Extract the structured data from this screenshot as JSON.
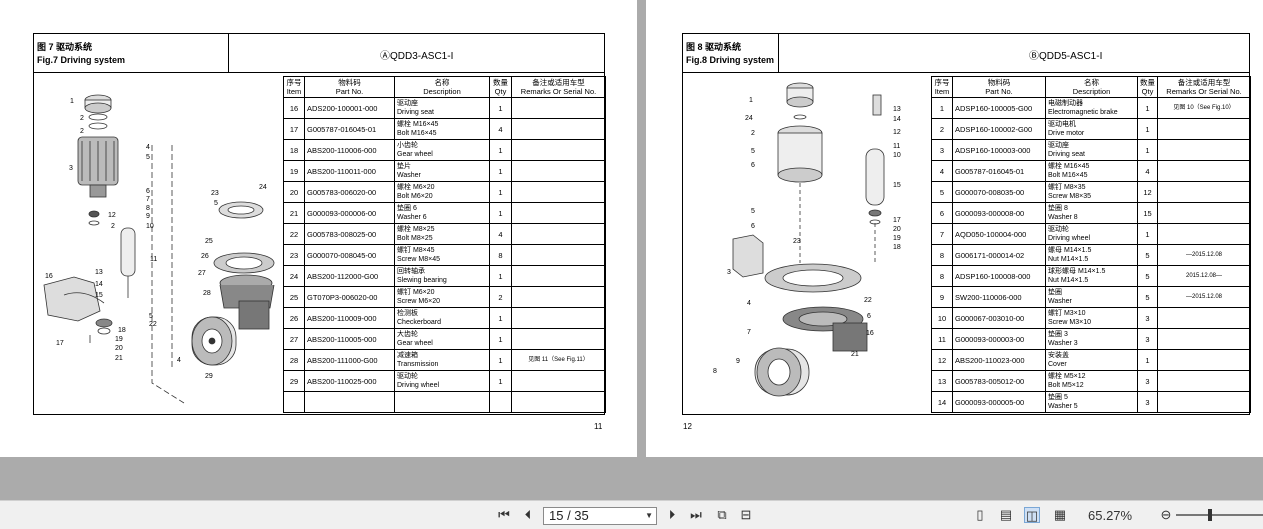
{
  "left_page": {
    "fig_cn": "图 7 驱动系统",
    "fig_en": "Fig.7 Driving system",
    "model": "ⒶQDD3-ASC1-I",
    "headers": {
      "item_cn": "序号",
      "item_en": "Item",
      "part_cn": "物料码",
      "part_en": "Part No.",
      "name_cn": "名称",
      "name_en": "Description",
      "qty_cn": "数量",
      "qty_en": "Qty",
      "rem_cn": "备注或适用车型",
      "rem_en": "Remarks Or Serial No."
    },
    "rows": [
      {
        "item": "16",
        "part": "ADS200-100001-000",
        "cn": "驱动座",
        "en": "Driving seat",
        "qty": "1",
        "rem": ""
      },
      {
        "item": "17",
        "part": "G005787-016045-01",
        "cn": "螺栓 M16×45",
        "en": "Bolt M16×45",
        "qty": "4",
        "rem": ""
      },
      {
        "item": "18",
        "part": "ABS200-110006-000",
        "cn": "小齿轮",
        "en": "Gear wheel",
        "qty": "1",
        "rem": ""
      },
      {
        "item": "19",
        "part": "ABS200-110011-000",
        "cn": "垫片",
        "en": "Washer",
        "qty": "1",
        "rem": ""
      },
      {
        "item": "20",
        "part": "G005783-006020-00",
        "cn": "螺栓 M6×20",
        "en": "Bolt M6×20",
        "qty": "1",
        "rem": ""
      },
      {
        "item": "21",
        "part": "G000093-000006-00",
        "cn": "垫圈 6",
        "en": "Washer 6",
        "qty": "1",
        "rem": ""
      },
      {
        "item": "22",
        "part": "G005783-008025-00",
        "cn": "螺栓 M8×25",
        "en": "Bolt M8×25",
        "qty": "4",
        "rem": ""
      },
      {
        "item": "23",
        "part": "G000070-008045-00",
        "cn": "螺钉 M8×45",
        "en": "Screw M8×45",
        "qty": "8",
        "rem": ""
      },
      {
        "item": "24",
        "part": "ABS200-112000-G00",
        "cn": "回转轴承",
        "en": "Slewing bearing",
        "qty": "1",
        "rem": ""
      },
      {
        "item": "25",
        "part": "GT070P3-006020-00",
        "cn": "螺钉 M6×20",
        "en": "Screw M6×20",
        "qty": "2",
        "rem": ""
      },
      {
        "item": "26",
        "part": "ABS200-110009-000",
        "cn": "检测板",
        "en": "Checkerboard",
        "qty": "1",
        "rem": ""
      },
      {
        "item": "27",
        "part": "ABS200-110005-000",
        "cn": "大齿轮",
        "en": "Gear wheel",
        "qty": "1",
        "rem": ""
      },
      {
        "item": "28",
        "part": "ABS200-111000-G00",
        "cn": "减速箱",
        "en": "Transmission",
        "qty": "1",
        "rem": "见图 11（See Fig.11）"
      },
      {
        "item": "29",
        "part": "ABS200-110025-000",
        "cn": "驱动轮",
        "en": "Driving wheel",
        "qty": "1",
        "rem": ""
      }
    ],
    "page_number": "11",
    "callouts": [
      "1",
      "2",
      "2",
      "3",
      "4",
      "5",
      "6",
      "7",
      "8",
      "9",
      "10",
      "11",
      "12",
      "2",
      "13",
      "14",
      "15",
      "16",
      "17",
      "18",
      "19",
      "20",
      "21",
      "22",
      "23",
      "5",
      "24",
      "25",
      "26",
      "27",
      "28",
      "29",
      "4",
      "5"
    ]
  },
  "right_page": {
    "fig_cn": "图 8 驱动系统",
    "fig_en": "Fig.8 Driving system",
    "model": "ⒷQDD5-ASC1-I",
    "headers": {
      "item_cn": "序号",
      "item_en": "Item",
      "part_cn": "物料码",
      "part_en": "Part No.",
      "name_cn": "名称",
      "name_en": "Description",
      "qty_cn": "数量",
      "qty_en": "Qty",
      "rem_cn": "备注或适用车型",
      "rem_en": "Remarks Or Serial No."
    },
    "rows": [
      {
        "item": "1",
        "part": "ADSP160-100005-G00",
        "cn": "电磁制动器",
        "en": "Electromagnetic brake",
        "qty": "1",
        "rem": "见图 10（See Fig.10）"
      },
      {
        "item": "2",
        "part": "ADSP160-100002-G00",
        "cn": "驱动电机",
        "en": "Drive motor",
        "qty": "1",
        "rem": ""
      },
      {
        "item": "3",
        "part": "ADSP160-100003-000",
        "cn": "驱动座",
        "en": "Driving seat",
        "qty": "1",
        "rem": ""
      },
      {
        "item": "4",
        "part": "G005787-016045-01",
        "cn": "螺栓 M16×45",
        "en": "Bolt M16×45",
        "qty": "4",
        "rem": ""
      },
      {
        "item": "5",
        "part": "G000070-008035-00",
        "cn": "螺钉 M8×35",
        "en": "Screw M8×35",
        "qty": "12",
        "rem": ""
      },
      {
        "item": "6",
        "part": "G000093-000008-00",
        "cn": "垫圈 8",
        "en": "Washer 8",
        "qty": "15",
        "rem": ""
      },
      {
        "item": "7",
        "part": "AQD050-100004-000",
        "cn": "驱动轮",
        "en": "Driving wheel",
        "qty": "1",
        "rem": ""
      },
      {
        "item": "8",
        "part": "G006171-000014-02",
        "cn": "螺母 M14×1.5",
        "en": "Nut M14×1.5",
        "qty": "5",
        "rem": "—2015.12.08"
      },
      {
        "item": "8",
        "part": "ADSP160-100008-000",
        "cn": "球形螺母 M14×1.5",
        "en": "Nut M14×1.5",
        "qty": "5",
        "rem": "2015.12.08—"
      },
      {
        "item": "9",
        "part": "SW200-110006-000",
        "cn": "垫圈",
        "en": "Washer",
        "qty": "5",
        "rem": "—2015.12.08"
      },
      {
        "item": "10",
        "part": "G000067-003010-00",
        "cn": "螺钉 M3×10",
        "en": "Screw M3×10",
        "qty": "3",
        "rem": ""
      },
      {
        "item": "11",
        "part": "G000093-000003-00",
        "cn": "垫圈 3",
        "en": "Washer 3",
        "qty": "3",
        "rem": ""
      },
      {
        "item": "12",
        "part": "ABS200-110023-000",
        "cn": "安装盖",
        "en": "Cover",
        "qty": "1",
        "rem": ""
      },
      {
        "item": "13",
        "part": "G005783-005012-00",
        "cn": "螺栓 M5×12",
        "en": "Bolt M5×12",
        "qty": "3",
        "rem": ""
      },
      {
        "item": "14",
        "part": "G000093-000005-00",
        "cn": "垫圈 5",
        "en": "Washer 5",
        "qty": "3",
        "rem": ""
      }
    ],
    "page_number": "12",
    "callouts": [
      "1",
      "24",
      "2",
      "5",
      "6",
      "5",
      "6",
      "23",
      "3",
      "4",
      "13",
      "14",
      "12",
      "11",
      "10",
      "15",
      "17",
      "20",
      "19",
      "18",
      "22",
      "6",
      "16",
      "21",
      "7",
      "9",
      "8"
    ]
  },
  "toolbar": {
    "page_value": "15 / 35",
    "zoom": "65.27%",
    "icons": [
      "first-page-icon",
      "prev-page-icon",
      "next-page-icon",
      "last-page-icon",
      "copy-icon",
      "reduce-icon",
      "single-page-icon",
      "continuous-icon",
      "two-page-icon",
      "scroll-icon",
      "zoom-out-icon",
      "zoom-in-icon"
    ]
  }
}
